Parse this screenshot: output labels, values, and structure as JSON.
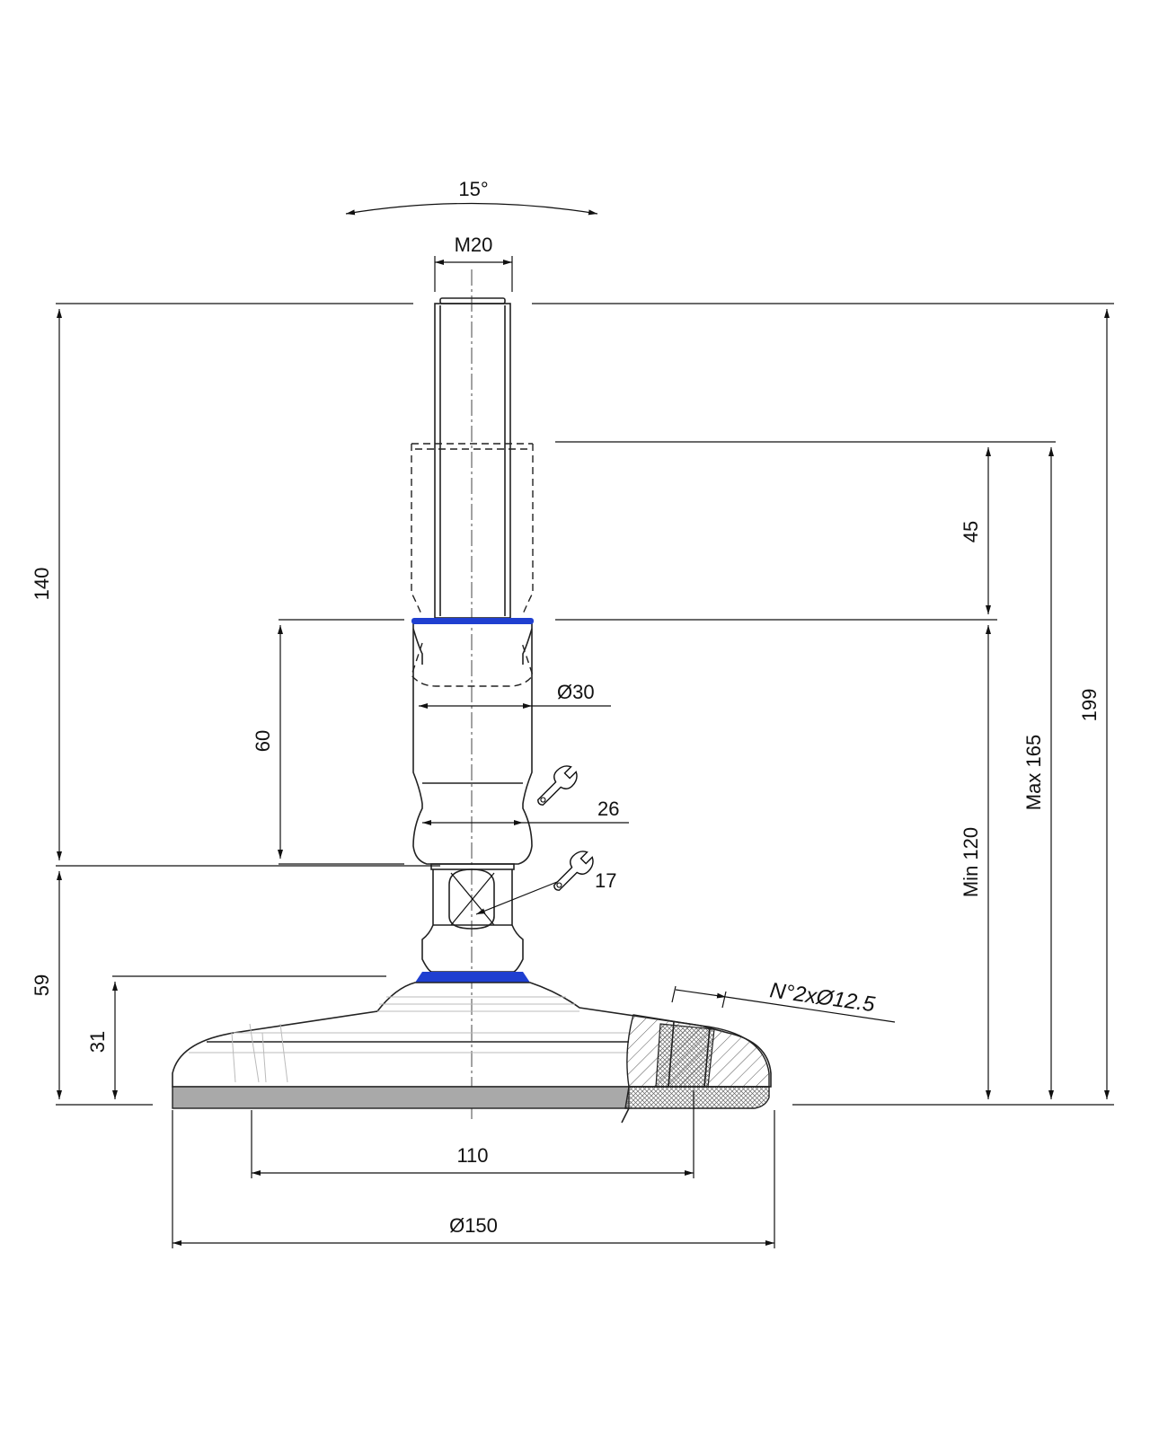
{
  "drawing": {
    "accent_color": "#1f3fd0",
    "base_color": "#a9a9a9"
  },
  "dimensions": {
    "angle": "15°",
    "thread": "M20",
    "overall_height": "199",
    "max_height": "Max 165",
    "min_height": "Min 120",
    "stroke": "45",
    "thread_length": "140",
    "body_length": "60",
    "base_height": "59",
    "pad_height": "31",
    "body_diameter": "Ø30",
    "wrench_body": "26",
    "wrench_neck": "17",
    "holes": "N°2xØ12.5",
    "hole_spacing": "110",
    "base_diameter": "Ø150"
  },
  "icons": {
    "wrench_body_icon": "wrench-icon",
    "wrench_neck_icon": "wrench-icon"
  }
}
